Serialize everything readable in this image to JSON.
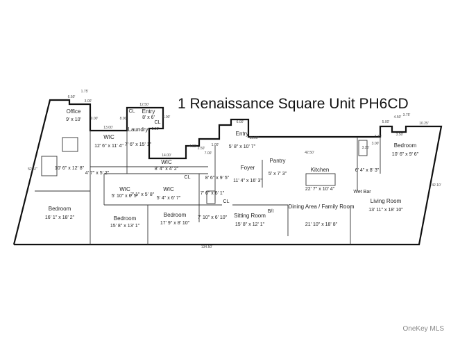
{
  "title": "1 Renaissance Square Unit PH6CD",
  "watermark": "OneKey MLS",
  "rooms": [
    {
      "name": "Office",
      "dims": "9' x 10'"
    },
    {
      "name": "WIC",
      "dims": "12' 6\" x 11' 4\""
    },
    {
      "name": "",
      "dims": "10' 6\" x 12' 8\""
    },
    {
      "name": "",
      "dims": "4' 7\" x 5' 2\""
    },
    {
      "name": "Bedroom",
      "dims": "16' 1\" x 18' 2\""
    },
    {
      "name": "Laundry",
      "dims": "7' 6\" x 15' 1\""
    },
    {
      "name": "Entry",
      "dims": "8' x 6'"
    },
    {
      "name": "WIC",
      "dims": "8' 4\" x 4' 2\""
    },
    {
      "name": "WIC",
      "dims": "5' 10\" x 6' 5\""
    },
    {
      "name": "",
      "dims": "7' 1\" x 5' 8\""
    },
    {
      "name": "WIC",
      "dims": "5' 4\" x 6' 7\""
    },
    {
      "name": "Bedroom",
      "dims": "15' 8\" x 13' 1\""
    },
    {
      "name": "Bedroom",
      "dims": "17' 9\" x 8' 10\""
    },
    {
      "name": "",
      "dims": "8' 6\" x 9' 5\""
    },
    {
      "name": "",
      "dims": "7' 6\" x 6' 1\""
    },
    {
      "name": "",
      "dims": "7' 10\" x 6' 10\""
    },
    {
      "name": "Entry",
      "dims": "5' 8\" x 10' 7\""
    },
    {
      "name": "Foyer",
      "dims": "11' 4\" x 16' 3\""
    },
    {
      "name": "Sitting Room",
      "dims": "15' 8\" x 12' 1\""
    },
    {
      "name": "Pantry",
      "dims": "5' x 7' 3\""
    },
    {
      "name": "Kitchen",
      "dims": "22' 7\" x 10' 4\""
    },
    {
      "name": "Dining Area / Family Room",
      "dims": "21' 10\" x 18' 8\""
    },
    {
      "name": "",
      "dims": "6' 4\" x 8' 3\""
    },
    {
      "name": "Wet Bar",
      "dims": ""
    },
    {
      "name": "Bedroom",
      "dims": "10' 6\" x 9' 6\""
    },
    {
      "name": "Living Room",
      "dims": "13' 11\" x 18' 10\""
    }
  ],
  "closets": {
    "cl": "CL",
    "bi": "B/I"
  },
  "dimensions": [
    "6.50'",
    "1.75'",
    "3.00'",
    "9.00'",
    "13.00'",
    "12.50'",
    "8.00'",
    "6.00'",
    "5.00'",
    "7.00'",
    "14.00'",
    "4.00'",
    "2.50'",
    "1.00'",
    "6.00'",
    "11.00'",
    "42.50'",
    "3.25'",
    "7.75'",
    "5.00'",
    "4.50'",
    "3.75'",
    "10.25'",
    "3.50'",
    "3.00'",
    "52.57'",
    "134.50'",
    "42.10'"
  ]
}
